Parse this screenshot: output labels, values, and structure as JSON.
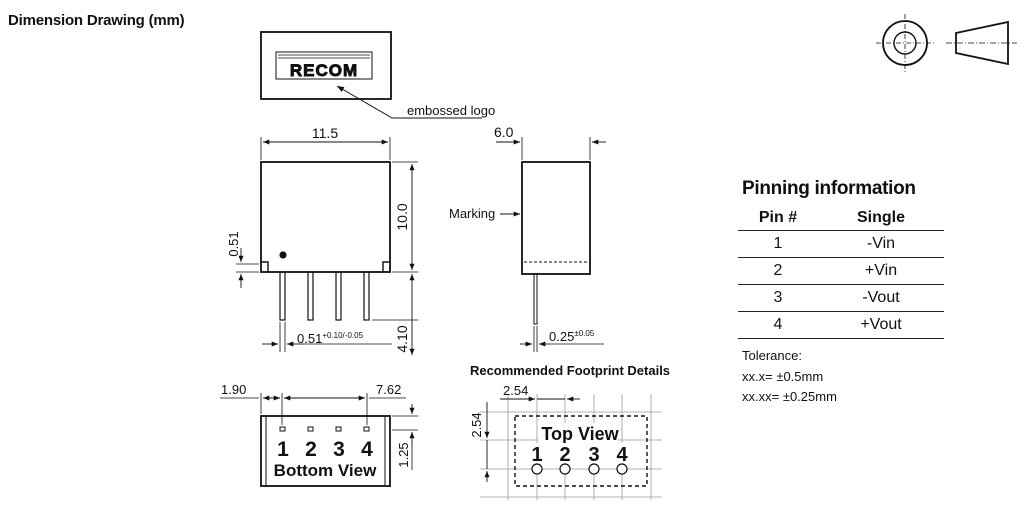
{
  "header": {
    "title": "Dimension Drawing (mm)"
  },
  "logo": {
    "text": "RECOM",
    "callout": "embossed logo"
  },
  "front_view": {
    "width_label": "11.5",
    "height_label": "10.0",
    "standoff_label": "0.51",
    "pin_width_label": "0.51",
    "pin_width_tol": "+0.10/-0.05",
    "pin_length_label": "4.10"
  },
  "side_view": {
    "depth_label": "6.0",
    "marking_label": "Marking",
    "pin_thickness_label": "0.25",
    "pin_thickness_tol": "±0.05"
  },
  "bottom_view": {
    "left_label": "1.90",
    "pitch_total_label": "7.62",
    "side_label": "1.25",
    "pins": [
      "1",
      "2",
      "3",
      "4"
    ],
    "caption": "Bottom View"
  },
  "footprint": {
    "title": "Recommended Footprint Details",
    "pitch_label": "2.54",
    "row_label": "2.54",
    "caption": "Top View",
    "pins": [
      "1",
      "2",
      "3",
      "4"
    ]
  },
  "pinning": {
    "title": "Pinning information",
    "headers": [
      "Pin #",
      "Single"
    ],
    "rows": [
      [
        "1",
        "-Vin"
      ],
      [
        "2",
        "+Vin"
      ],
      [
        "3",
        "-Vout"
      ],
      [
        "4",
        "+Vout"
      ]
    ]
  },
  "tolerance": {
    "title": "Tolerance:",
    "lines": [
      "xx.x= ±0.5mm",
      "xx.xx= ±0.25mm"
    ]
  }
}
